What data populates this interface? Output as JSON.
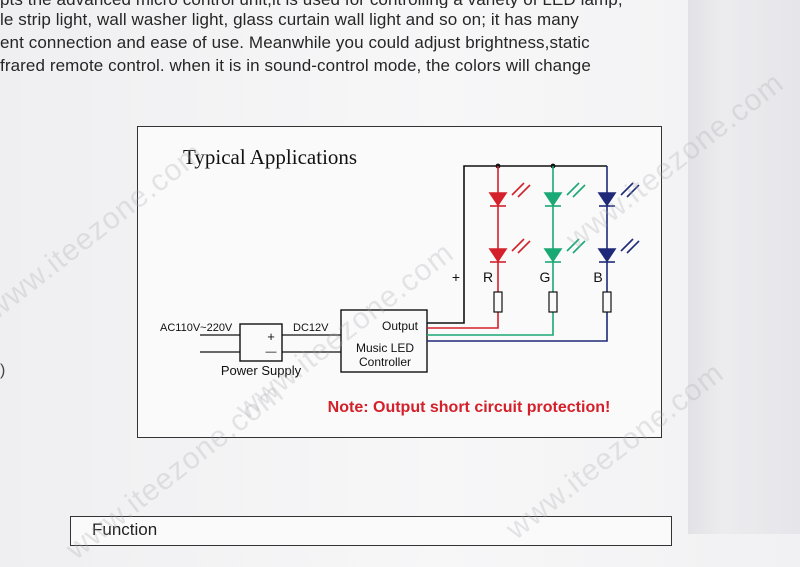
{
  "manual_text": {
    "lines": [
      "pts the advanced micro control unit,it is used for controlling a variety of LED lamp,",
      "le strip light, wall washer light, glass curtain wall light and so on; it has many",
      "ent connection and ease of use. Meanwhile you could adjust brightness,static",
      "frared remote control. when it is in sound-control mode, the colors will change"
    ],
    "side_fragment": ")"
  },
  "diagram": {
    "title": "Typical Applications",
    "input_label": "AC110V~220V",
    "power_supply": {
      "plus": "+",
      "minus": "—",
      "label": "Power Supply"
    },
    "dc_label": "DC12V",
    "controller": {
      "output_label": "Output",
      "line1": "Music LED",
      "line2": "Controller"
    },
    "plus_sign": "+",
    "channels": [
      {
        "label": "R",
        "color": "#d4202a"
      },
      {
        "label": "G",
        "color": "#1aa874"
      },
      {
        "label": "B",
        "color": "#1e2a78"
      }
    ],
    "note": "Note: Output short circuit protection!",
    "note_color": "#d4202a"
  },
  "function_section": {
    "label": "Function"
  },
  "watermark": "www.iteezone.com"
}
